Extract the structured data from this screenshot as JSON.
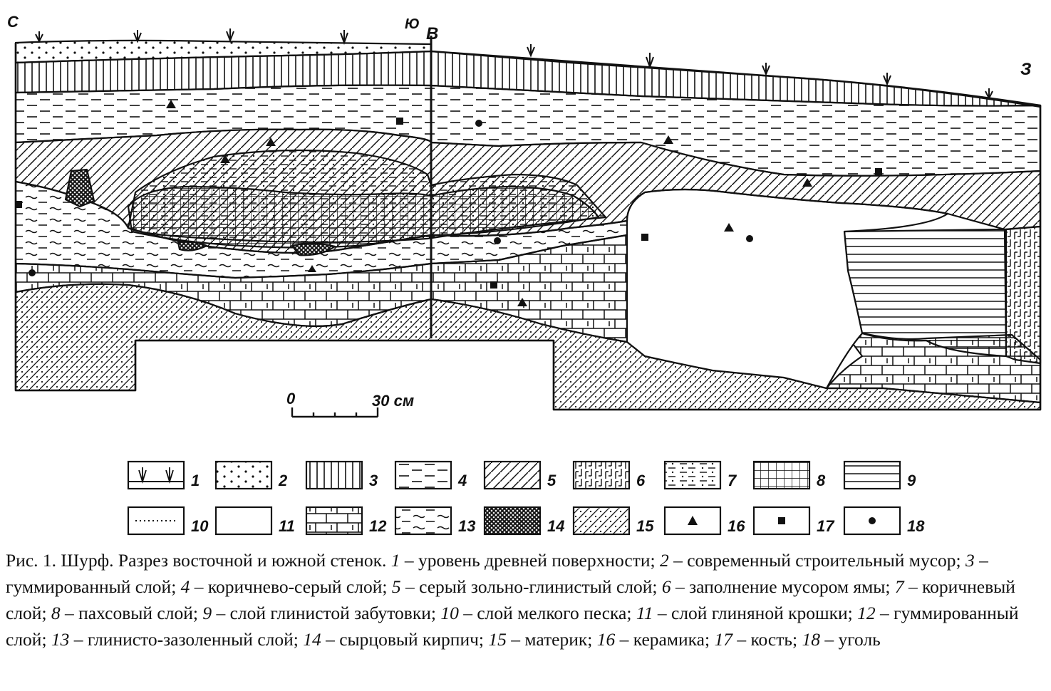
{
  "orientation": {
    "north": "С",
    "south": "Ю",
    "east": "В",
    "west": "З"
  },
  "scale_bar": {
    "zero_label": "0",
    "end_label": "30 см"
  },
  "legend": [
    {
      "num": "1",
      "pattern": "surface-grass"
    },
    {
      "num": "2",
      "pattern": "dots"
    },
    {
      "num": "3",
      "pattern": "vertical-lines"
    },
    {
      "num": "4",
      "pattern": "dashes"
    },
    {
      "num": "5",
      "pattern": "diagonal-hatch"
    },
    {
      "num": "6",
      "pattern": "wavy-vertical"
    },
    {
      "num": "7",
      "pattern": "dash-dot"
    },
    {
      "num": "8",
      "pattern": "grid"
    },
    {
      "num": "9",
      "pattern": "horizontal-lines"
    },
    {
      "num": "10",
      "pattern": "dotted-line"
    },
    {
      "num": "11",
      "pattern": "blank"
    },
    {
      "num": "12",
      "pattern": "brick"
    },
    {
      "num": "13",
      "pattern": "wave-dashes"
    },
    {
      "num": "14",
      "pattern": "dense-cross"
    },
    {
      "num": "15",
      "pattern": "dot-hatch"
    },
    {
      "num": "16",
      "pattern": "triangle"
    },
    {
      "num": "17",
      "pattern": "square"
    },
    {
      "num": "18",
      "pattern": "circle"
    }
  ],
  "caption": {
    "intro": "Рис. 1. Шурф. Разрез восточной и южной стенок. ",
    "items": [
      {
        "num": "1",
        "text": " – уровень древней поверхности; "
      },
      {
        "num": "2",
        "text": " – современный строительный мусор; "
      },
      {
        "num": "3",
        "text": " – гуммированный слой; "
      },
      {
        "num": "4",
        "text": " – коричнево-серый слой; "
      },
      {
        "num": "5",
        "text": " – серый зольно-глинистый слой; "
      },
      {
        "num": "6",
        "text": " – заполнение мусором ямы; "
      },
      {
        "num": "7",
        "text": " – коричневый слой; "
      },
      {
        "num": "8",
        "text": " – пахсовый слой; "
      },
      {
        "num": "9",
        "text": " – слой глинистой забутовки; "
      },
      {
        "num": "10",
        "text": " – слой мелкого песка; "
      },
      {
        "num": "11",
        "text": " – слой глиняной крошки; "
      },
      {
        "num": "12",
        "text": " – гуммированный слой; "
      },
      {
        "num": "13",
        "text": " – глинисто-зазоленный слой; "
      },
      {
        "num": "14",
        "text": " – сырцовый кирпич; "
      },
      {
        "num": "15",
        "text": " – материк; "
      },
      {
        "num": "16",
        "text": " – керамика; "
      },
      {
        "num": "17",
        "text": " – кость; "
      },
      {
        "num": "18",
        "text": " – уголь"
      }
    ]
  }
}
